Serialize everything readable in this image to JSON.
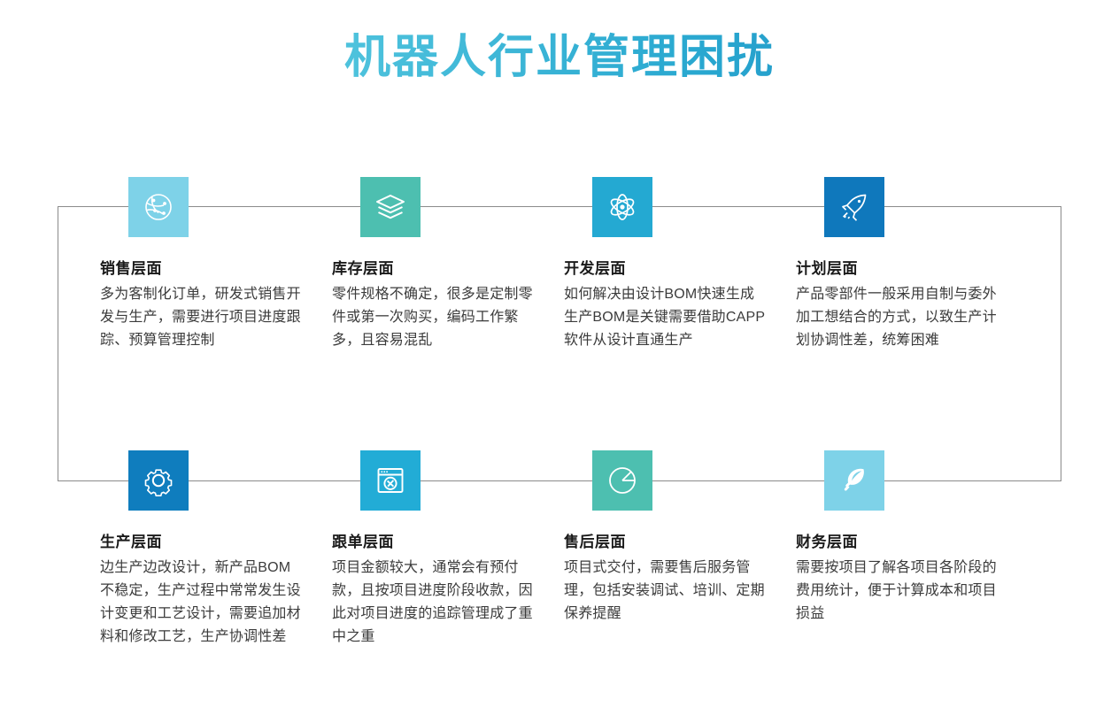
{
  "header": {
    "title": "机器人行业管理困扰",
    "gradient_from": "#6fd2e6",
    "gradient_to": "#1b82bd"
  },
  "theme": {
    "background": "#ffffff",
    "title_color": "#1a1a1a",
    "body_color": "#3b3b3b",
    "connector_color": "#8b8b8b"
  },
  "cards": [
    {
      "id": "sales",
      "icon": "globe-network-icon",
      "tile_color": "#7ed2e8",
      "title": "销售层面",
      "body": "多为客制化订单，研发式销售开发与生产，需要进行项目进度跟踪、预算管理控制"
    },
    {
      "id": "inventory",
      "icon": "layers-stack-icon",
      "tile_color": "#4dbfb0",
      "title": "库存层面",
      "body": "零件规格不确定，很多是定制零件或第一次购买，编码工作繁多，且容易混乱"
    },
    {
      "id": "development",
      "icon": "atom-icon",
      "tile_color": "#24a9d2",
      "title": "开发层面",
      "body": "如何解决由设计BOM快速生成生产BOM是关键需要借助CAPP软件从设计直通生产"
    },
    {
      "id": "planning",
      "icon": "rocket-icon",
      "tile_color": "#0f78bc",
      "title": "计划层面",
      "body": "产品零部件一般采用自制与委外加工想结合的方式，以致生产计划协调性差，统筹困难"
    },
    {
      "id": "production",
      "icon": "gear-icon",
      "tile_color": "#0f7dbe",
      "title": "生产层面",
      "body": "边生产边改设计，新产品BOM不稳定，生产过程中常常发生设计变更和工艺设计，需要追加材料和修改工艺，生产协调性差"
    },
    {
      "id": "order-tracking",
      "icon": "browser-compass-icon",
      "tile_color": "#22acd6",
      "title": "跟单层面",
      "body": "项目金额较大，通常会有预付款，且按项目进度阶段收款，因此对项目进度的追踪管理成了重中之重"
    },
    {
      "id": "after-sales",
      "icon": "pie-chart-icon",
      "tile_color": "#4dbfb0",
      "title": "售后层面",
      "body": "项目式交付，需要售后服务管理，包括安装调试、培训、定期保养提醒"
    },
    {
      "id": "finance",
      "icon": "feather-icon",
      "tile_color": "#7ed2e8",
      "title": "财务层面",
      "body": "需要按项目了解各项目各阶段的费用统计，便于计算成本和项目损益"
    }
  ]
}
